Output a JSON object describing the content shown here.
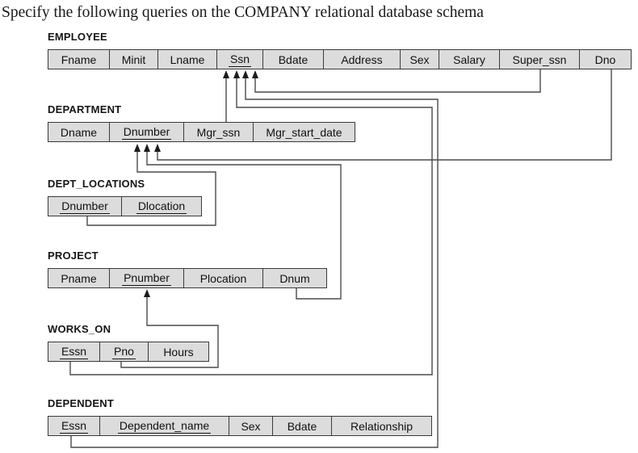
{
  "page": {
    "title": "Specify the following queries on the COMPANY relational database schema"
  },
  "schema": {
    "colors": {
      "cell_fill": "#dcdcdc",
      "cell_border": "#3a3a3a",
      "connector_line": "#4a4a4a",
      "arrowhead": "#1c1c1c",
      "text": "#101010"
    },
    "tables": [
      {
        "name": "EMPLOYEE",
        "columns": [
          {
            "name": "Fname",
            "pk": false
          },
          {
            "name": "Minit",
            "pk": false
          },
          {
            "name": "Lname",
            "pk": false
          },
          {
            "name": "Ssn",
            "pk": true
          },
          {
            "name": "Bdate",
            "pk": false
          },
          {
            "name": "Address",
            "pk": false
          },
          {
            "name": "Sex",
            "pk": false
          },
          {
            "name": "Salary",
            "pk": false
          },
          {
            "name": "Super_ssn",
            "pk": false
          },
          {
            "name": "Dno",
            "pk": false
          }
        ]
      },
      {
        "name": "DEPARTMENT",
        "columns": [
          {
            "name": "Dname",
            "pk": false
          },
          {
            "name": "Dnumber",
            "pk": true
          },
          {
            "name": "Mgr_ssn",
            "pk": false
          },
          {
            "name": "Mgr_start_date",
            "pk": false
          }
        ]
      },
      {
        "name": "DEPT_LOCATIONS",
        "columns": [
          {
            "name": "Dnumber",
            "pk": true
          },
          {
            "name": "Dlocation",
            "pk": true
          }
        ]
      },
      {
        "name": "PROJECT",
        "columns": [
          {
            "name": "Pname",
            "pk": false
          },
          {
            "name": "Pnumber",
            "pk": true
          },
          {
            "name": "Plocation",
            "pk": false
          },
          {
            "name": "Dnum",
            "pk": false
          }
        ]
      },
      {
        "name": "WORKS_ON",
        "columns": [
          {
            "name": "Essn",
            "pk": true
          },
          {
            "name": "Pno",
            "pk": true
          },
          {
            "name": "Hours",
            "pk": false
          }
        ]
      },
      {
        "name": "DEPENDENT",
        "columns": [
          {
            "name": "Essn",
            "pk": true
          },
          {
            "name": "Dependent_name",
            "pk": true
          },
          {
            "name": "Sex",
            "pk": false
          },
          {
            "name": "Bdate",
            "pk": false
          },
          {
            "name": "Relationship",
            "pk": false
          }
        ]
      }
    ],
    "foreign_keys": [
      {
        "from": "DEPARTMENT.Mgr_ssn",
        "to": "EMPLOYEE.Ssn"
      },
      {
        "from": "WORKS_ON.Essn",
        "to": "EMPLOYEE.Ssn"
      },
      {
        "from": "DEPENDENT.Essn",
        "to": "EMPLOYEE.Ssn"
      },
      {
        "from": "EMPLOYEE.Super_ssn",
        "to": "EMPLOYEE.Ssn"
      },
      {
        "from": "DEPT_LOCATIONS.Dnumber",
        "to": "DEPARTMENT.Dnumber"
      },
      {
        "from": "PROJECT.Dnum",
        "to": "DEPARTMENT.Dnumber"
      },
      {
        "from": "EMPLOYEE.Dno",
        "to": "DEPARTMENT.Dnumber"
      },
      {
        "from": "WORKS_ON.Pno",
        "to": "PROJECT.Pnumber"
      }
    ]
  }
}
